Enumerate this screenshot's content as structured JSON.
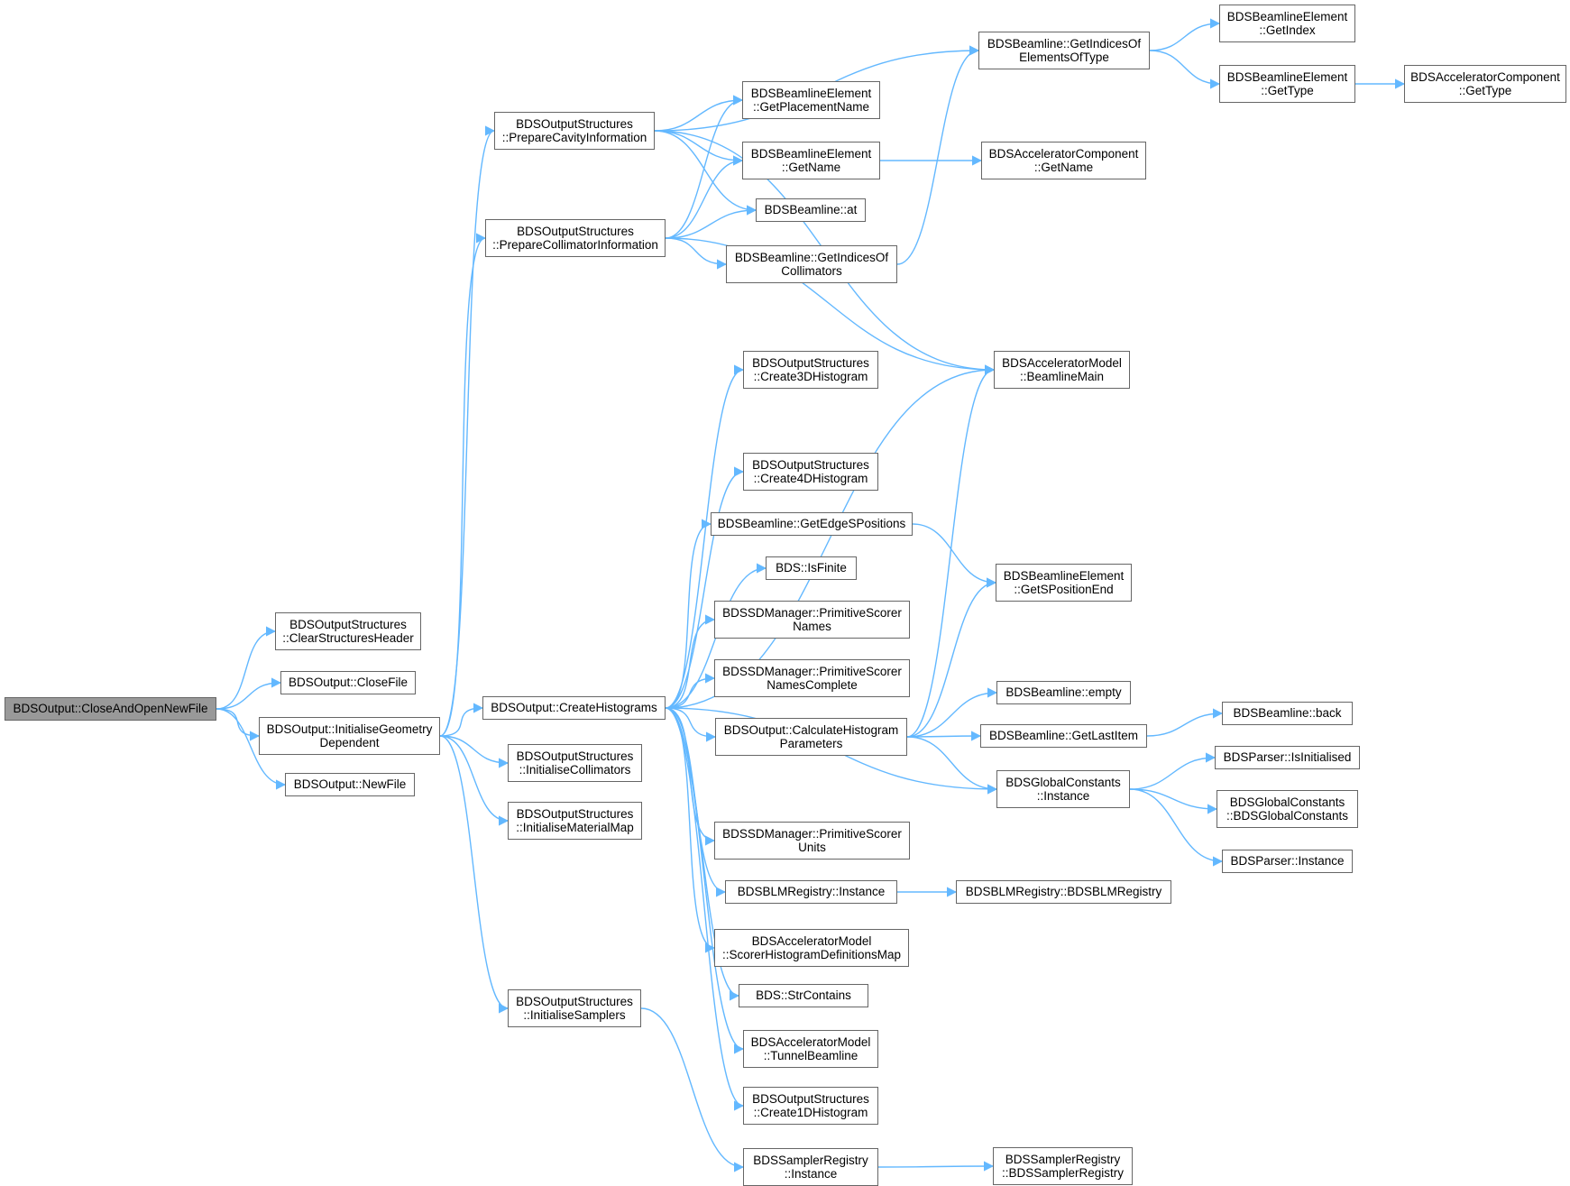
{
  "diagram": {
    "type": "call-graph",
    "edge_color": "#63b8ff",
    "node_border_color": "#666666",
    "root_fill_color": "#999999",
    "nodes": [
      {
        "id": "n0",
        "lines": [
          "BDSOutput::CloseAndOpenNewFile"
        ],
        "root": true
      },
      {
        "id": "n1",
        "lines": [
          "BDSOutputStructures",
          "::ClearStructuresHeader"
        ]
      },
      {
        "id": "n2",
        "lines": [
          "BDSOutput::CloseFile"
        ]
      },
      {
        "id": "n3",
        "lines": [
          "BDSOutput::InitialiseGeometry",
          "Dependent"
        ]
      },
      {
        "id": "n4",
        "lines": [
          "BDSOutput::NewFile"
        ]
      },
      {
        "id": "n5",
        "lines": [
          "BDSOutputStructures",
          "::PrepareCavityInformation"
        ]
      },
      {
        "id": "n6",
        "lines": [
          "BDSOutputStructures",
          "::PrepareCollimatorInformation"
        ]
      },
      {
        "id": "n7",
        "lines": [
          "BDSOutput::CreateHistograms"
        ]
      },
      {
        "id": "n8",
        "lines": [
          "BDSOutputStructures",
          "::InitialiseCollimators"
        ]
      },
      {
        "id": "n9",
        "lines": [
          "BDSOutputStructures",
          "::InitialiseMaterialMap"
        ]
      },
      {
        "id": "n10",
        "lines": [
          "BDSOutputStructures",
          "::InitialiseSamplers"
        ]
      },
      {
        "id": "n11",
        "lines": [
          "BDSBeamlineElement",
          "::GetPlacementName"
        ]
      },
      {
        "id": "n12",
        "lines": [
          "BDSBeamlineElement",
          "::GetName"
        ]
      },
      {
        "id": "n13",
        "lines": [
          "BDSBeamline::at"
        ]
      },
      {
        "id": "n14",
        "lines": [
          "BDSBeamline::GetIndicesOf",
          "Collimators"
        ]
      },
      {
        "id": "n15",
        "lines": [
          "BDSOutputStructures",
          "::Create3DHistogram"
        ]
      },
      {
        "id": "n16",
        "lines": [
          "BDSOutputStructures",
          "::Create4DHistogram"
        ]
      },
      {
        "id": "n17",
        "lines": [
          "BDSBeamline::GetEdgeSPositions"
        ]
      },
      {
        "id": "n18",
        "lines": [
          "BDS::IsFinite"
        ]
      },
      {
        "id": "n19",
        "lines": [
          "BDSSDManager::PrimitiveScorer",
          "Names"
        ]
      },
      {
        "id": "n20",
        "lines": [
          "BDSSDManager::PrimitiveScorer",
          "NamesComplete"
        ]
      },
      {
        "id": "n21",
        "lines": [
          "BDSOutput::CalculateHistogram",
          "Parameters"
        ]
      },
      {
        "id": "n22",
        "lines": [
          "BDSSDManager::PrimitiveScorer",
          "Units"
        ]
      },
      {
        "id": "n23",
        "lines": [
          "BDSBLMRegistry::Instance"
        ]
      },
      {
        "id": "n24",
        "lines": [
          "BDSAcceleratorModel",
          "::ScorerHistogramDefinitionsMap"
        ]
      },
      {
        "id": "n25",
        "lines": [
          "BDS::StrContains"
        ]
      },
      {
        "id": "n26",
        "lines": [
          "BDSAcceleratorModel",
          "::TunnelBeamline"
        ]
      },
      {
        "id": "n27",
        "lines": [
          "BDSOutputStructures",
          "::Create1DHistogram"
        ]
      },
      {
        "id": "n28",
        "lines": [
          "BDSSamplerRegistry",
          "::Instance"
        ]
      },
      {
        "id": "n29",
        "lines": [
          "BDSBeamline::GetIndicesOf",
          "ElementsOfType"
        ]
      },
      {
        "id": "n30",
        "lines": [
          "BDSAcceleratorComponent",
          "::GetName"
        ]
      },
      {
        "id": "n31",
        "lines": [
          "BDSAcceleratorModel",
          "::BeamlineMain"
        ]
      },
      {
        "id": "n32",
        "lines": [
          "BDSBeamlineElement",
          "::GetSPositionEnd"
        ]
      },
      {
        "id": "n33",
        "lines": [
          "BDSBeamline::empty"
        ]
      },
      {
        "id": "n34",
        "lines": [
          "BDSBeamline::GetLastItem"
        ]
      },
      {
        "id": "n35",
        "lines": [
          "BDSGlobalConstants",
          "::Instance"
        ]
      },
      {
        "id": "n36",
        "lines": [
          "BDSBLMRegistry::BDSBLMRegistry"
        ]
      },
      {
        "id": "n37",
        "lines": [
          "BDSSamplerRegistry",
          "::BDSSamplerRegistry"
        ]
      },
      {
        "id": "n38",
        "lines": [
          "BDSBeamlineElement",
          "::GetIndex"
        ]
      },
      {
        "id": "n39",
        "lines": [
          "BDSBeamlineElement",
          "::GetType"
        ]
      },
      {
        "id": "n40",
        "lines": [
          "BDSAcceleratorComponent",
          "::GetType"
        ]
      },
      {
        "id": "n41",
        "lines": [
          "BDSBeamline::back"
        ]
      },
      {
        "id": "n42",
        "lines": [
          "BDSParser::IsInitialised"
        ]
      },
      {
        "id": "n43",
        "lines": [
          "BDSGlobalConstants",
          "::BDSGlobalConstants"
        ]
      },
      {
        "id": "n44",
        "lines": [
          "BDSParser::Instance"
        ]
      }
    ],
    "edges": [
      [
        "n0",
        "n1"
      ],
      [
        "n0",
        "n2"
      ],
      [
        "n0",
        "n3"
      ],
      [
        "n0",
        "n4"
      ],
      [
        "n3",
        "n5"
      ],
      [
        "n3",
        "n6"
      ],
      [
        "n3",
        "n7"
      ],
      [
        "n3",
        "n8"
      ],
      [
        "n3",
        "n9"
      ],
      [
        "n3",
        "n10"
      ],
      [
        "n5",
        "n29"
      ],
      [
        "n5",
        "n31"
      ],
      [
        "n5",
        "n11"
      ],
      [
        "n5",
        "n12"
      ],
      [
        "n5",
        "n13"
      ],
      [
        "n6",
        "n11"
      ],
      [
        "n6",
        "n12"
      ],
      [
        "n6",
        "n13"
      ],
      [
        "n6",
        "n14"
      ],
      [
        "n6",
        "n31"
      ],
      [
        "n7",
        "n15"
      ],
      [
        "n7",
        "n31"
      ],
      [
        "n7",
        "n16"
      ],
      [
        "n7",
        "n17"
      ],
      [
        "n7",
        "n18"
      ],
      [
        "n7",
        "n19"
      ],
      [
        "n7",
        "n20"
      ],
      [
        "n7",
        "n21"
      ],
      [
        "n7",
        "n35"
      ],
      [
        "n7",
        "n22"
      ],
      [
        "n7",
        "n23"
      ],
      [
        "n7",
        "n24"
      ],
      [
        "n7",
        "n25"
      ],
      [
        "n7",
        "n26"
      ],
      [
        "n7",
        "n27"
      ],
      [
        "n10",
        "n28"
      ],
      [
        "n12",
        "n30"
      ],
      [
        "n14",
        "n29"
      ],
      [
        "n17",
        "n32"
      ],
      [
        "n21",
        "n31"
      ],
      [
        "n21",
        "n32"
      ],
      [
        "n21",
        "n33"
      ],
      [
        "n21",
        "n34"
      ],
      [
        "n21",
        "n35"
      ],
      [
        "n23",
        "n36"
      ],
      [
        "n28",
        "n37"
      ],
      [
        "n29",
        "n38"
      ],
      [
        "n29",
        "n39"
      ],
      [
        "n39",
        "n40"
      ],
      [
        "n34",
        "n41"
      ],
      [
        "n35",
        "n42"
      ],
      [
        "n35",
        "n43"
      ],
      [
        "n35",
        "n44"
      ]
    ]
  }
}
